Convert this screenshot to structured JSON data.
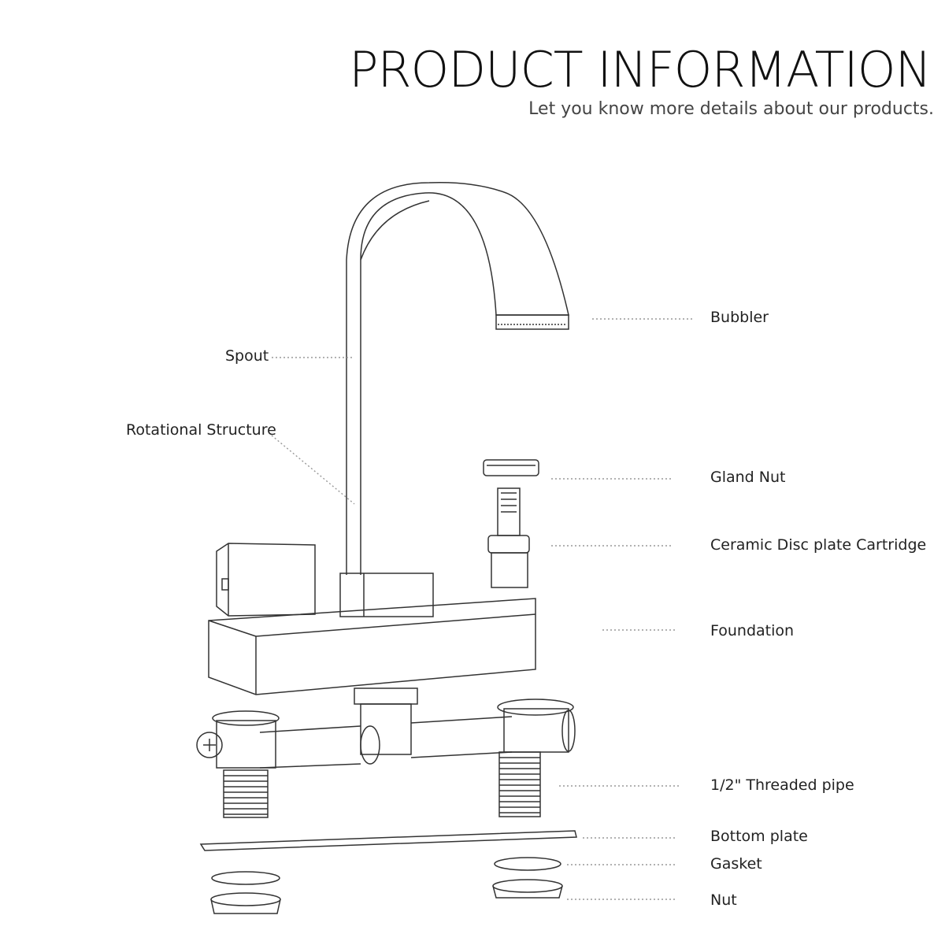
{
  "header": {
    "title": "PRODUCT INFORMATION",
    "subtitle": "Let you know more details about our products."
  },
  "labels": {
    "bubbler": "Bubbler",
    "spout": "Spout",
    "rotational_structure": "Rotational Structure",
    "gland_nut": "Gland Nut",
    "cartridge": "Ceramic Disc plate Cartridge",
    "foundation": "Foundation",
    "threaded_pipe": "1/2\" Threaded pipe",
    "bottom_plate": "Bottom plate",
    "gasket": "Gasket",
    "nut": "Nut"
  },
  "colors": {
    "line": "#333333",
    "leader": "#999999"
  }
}
